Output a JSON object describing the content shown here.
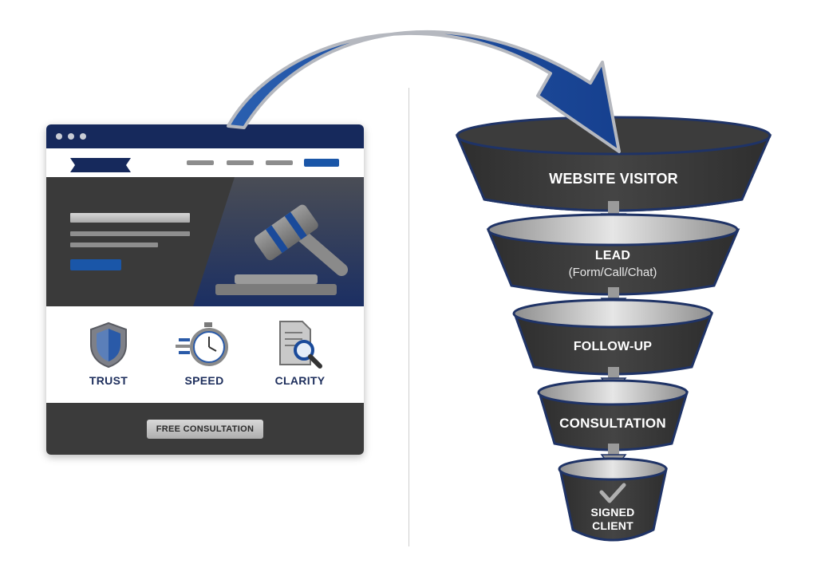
{
  "mockup": {
    "features": [
      {
        "label": "TRUST",
        "icon": "shield-icon"
      },
      {
        "label": "SPEED",
        "icon": "stopwatch-icon"
      },
      {
        "label": "CLARITY",
        "icon": "document-magnifier-icon"
      }
    ],
    "cta_label": "FREE CONSULTATION",
    "colors": {
      "navy": "#16295c",
      "blue": "#1a56a8",
      "dark": "#3a3a3a"
    }
  },
  "funnel": {
    "stages": [
      {
        "label": "WEBSITE VISITOR",
        "sublabel": ""
      },
      {
        "label": "LEAD",
        "sublabel": "(Form/Call/Chat)"
      },
      {
        "label": "FOLLOW-UP",
        "sublabel": ""
      },
      {
        "label": "CONSULTATION",
        "sublabel": ""
      },
      {
        "label": "SIGNED CLIENT",
        "sublabel": ""
      }
    ],
    "final_icon": "checkmark-icon",
    "colors": {
      "body": "#3a3a3a",
      "rim": "#1f3366",
      "silver": "#bfbfbf"
    }
  }
}
